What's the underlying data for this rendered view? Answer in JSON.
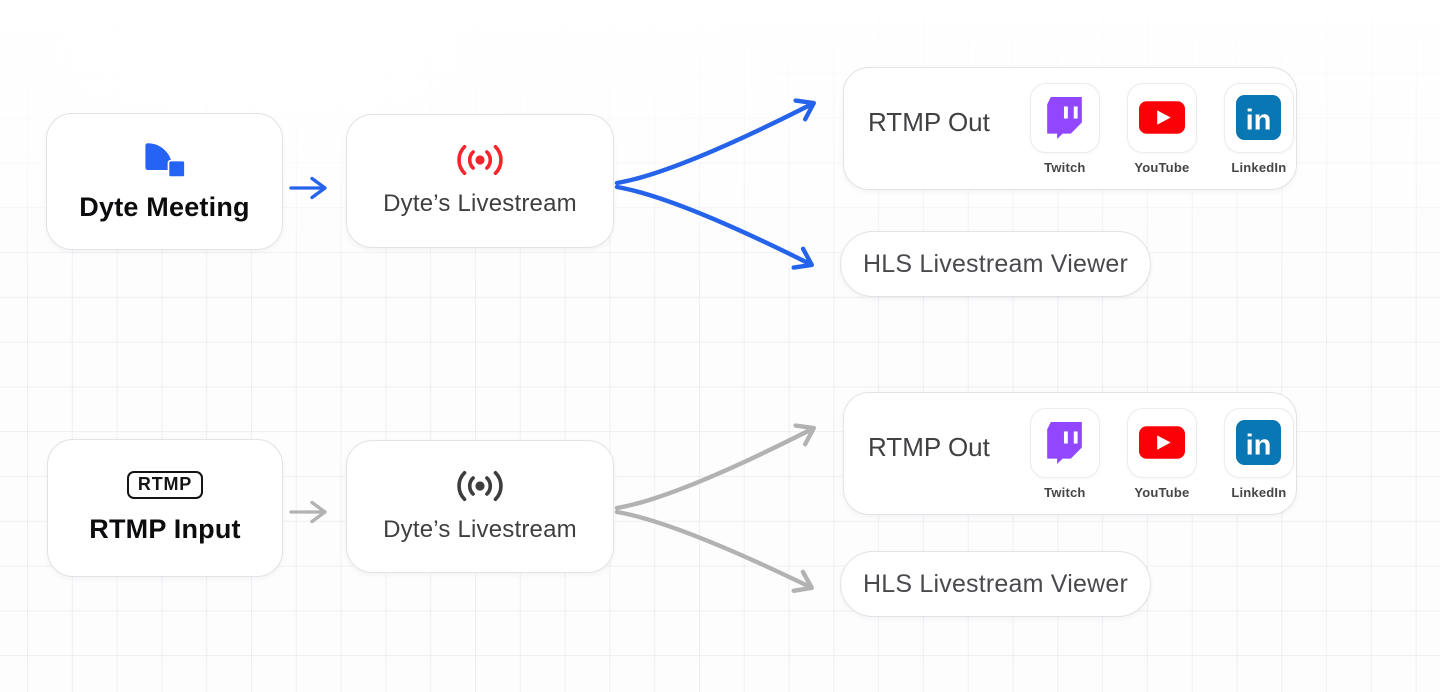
{
  "colors": {
    "flow_top_arrow": "#2563eb",
    "flow_bottom_arrow": "#b2b2b2",
    "dyte_logo_blue": "#2563f4",
    "livestream_icon_red": "#f4252c",
    "livestream_icon_gray": "#3d3d40",
    "twitch_purple": "#9146ff",
    "youtube_red": "#fb0007",
    "linkedin_blue": "#0a77b5"
  },
  "flows": [
    {
      "source": {
        "label": "Dyte Meeting",
        "icon": "dyte-logo-icon"
      },
      "livestream": {
        "label": "Dyte’s Livestream",
        "icon": "broadcast-icon"
      },
      "rtmp_out": {
        "label": "RTMP Out",
        "services": [
          {
            "label": "Twitch",
            "icon": "twitch-icon"
          },
          {
            "label": "YouTube",
            "icon": "youtube-icon"
          },
          {
            "label": "LinkedIn",
            "icon": "linkedin-icon"
          }
        ]
      },
      "hls_viewer": {
        "label": "HLS Livestream Viewer"
      }
    },
    {
      "source": {
        "label": "RTMP Input",
        "badge": "RTMP",
        "icon": "rtmp-badge-icon"
      },
      "livestream": {
        "label": "Dyte’s Livestream",
        "icon": "broadcast-icon"
      },
      "rtmp_out": {
        "label": "RTMP Out",
        "services": [
          {
            "label": "Twitch",
            "icon": "twitch-icon"
          },
          {
            "label": "YouTube",
            "icon": "youtube-icon"
          },
          {
            "label": "LinkedIn",
            "icon": "linkedin-icon"
          }
        ]
      },
      "hls_viewer": {
        "label": "HLS Livestream Viewer"
      }
    }
  ]
}
